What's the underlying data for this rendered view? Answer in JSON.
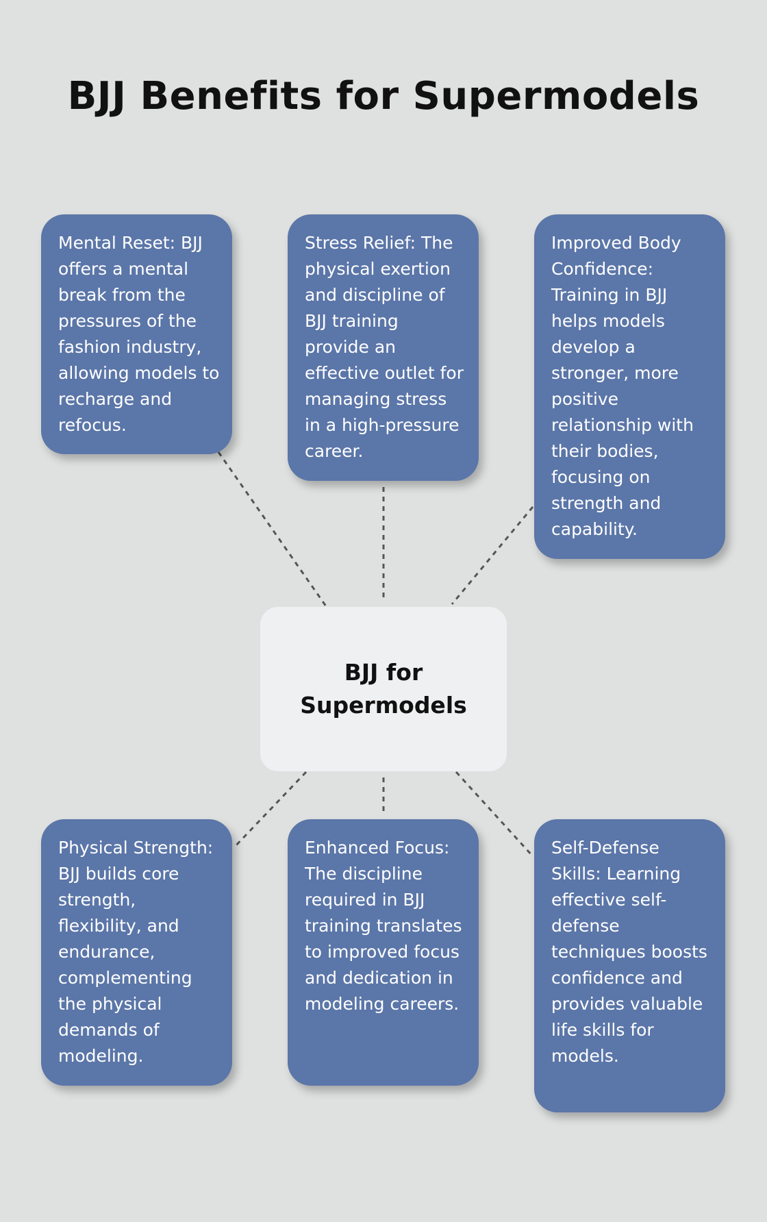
{
  "title": "BJJ Benefits for Supermodels",
  "center": "BJJ for Supermodels",
  "benefits": [
    "Mental Reset: BJJ offers a mental break from the pressures of the fashion industry, allowing models to recharge and refocus.",
    "Stress Relief: The physical exertion and discipline of BJJ training provide an effective outlet for managing stress in a high-pressure career.",
    "Improved Body Confidence: Training in BJJ helps models develop a stronger, more positive relationship with their bodies, focusing on strength and capability.",
    "Physical Strength: BJJ builds core strength, flexibility, and endurance, complementing the physical demands of modeling.",
    "Enhanced Focus: The discipline required in BJJ training translates to improved focus and dedication in modeling careers.",
    "Self-Defense Skills: Learning effective self-defense techniques boosts confidence and provides valuable life skills for models."
  ],
  "colors": {
    "background": "#dfe1e0",
    "node": "#5b76a8",
    "center": "#eff0f2"
  }
}
